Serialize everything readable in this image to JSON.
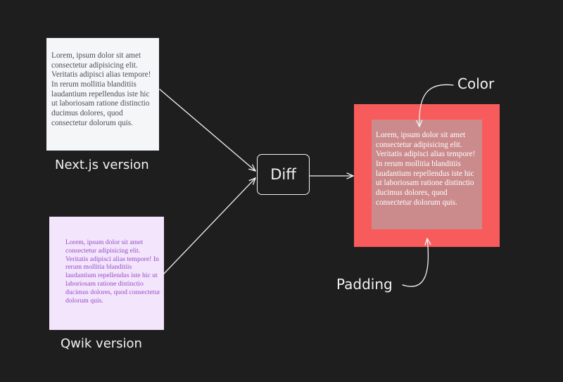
{
  "lorem_text": "Lorem, ipsum dolor sit amet consectetur adipisicing elit. Veritatis adipisci alias tempore! In rerum mollitia blanditiis laudantium repellendus iste hic ut laboriosam ratione distinctio ducimus dolores, quod consectetur dolorum quis.",
  "nodes": {
    "nextjs": {
      "label": "Next.js version",
      "background": "#f4f6f8",
      "text_color": "#4a5058"
    },
    "qwik": {
      "label": "Qwik version",
      "background": "#f2e5fc",
      "text_color": "#9a4bc6"
    },
    "diff": {
      "label": "Diff"
    },
    "result": {
      "outer_color": "#f85b5b",
      "inner_color": "#cb8a8c",
      "text_color": "#ffffff"
    }
  },
  "annotations": {
    "color": "Color",
    "padding": "Padding"
  },
  "colors": {
    "background": "#1e1e1e",
    "stroke": "#f2f2f2"
  }
}
